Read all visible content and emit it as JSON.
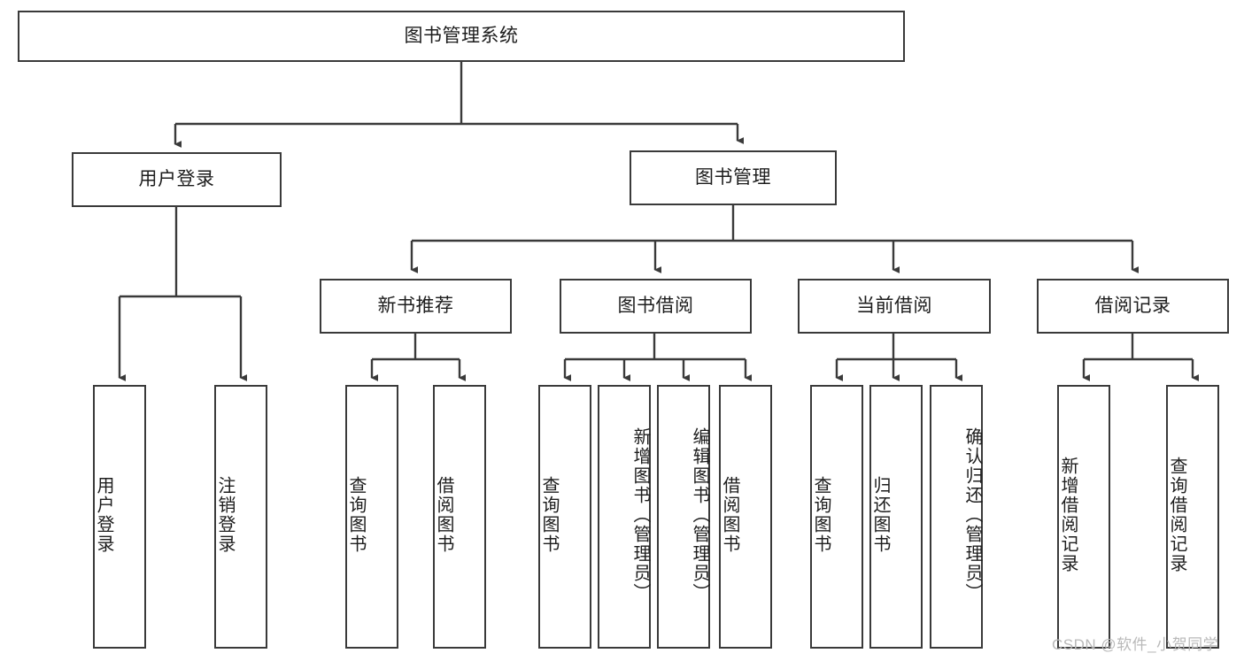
{
  "diagram": {
    "title": "图书管理系统",
    "type": "tree-hierarchy",
    "orientation": "top-down",
    "colors": {
      "box_border": "#3a3a3a",
      "box_fill": "#ffffff",
      "edge": "#3a3a3a",
      "text": "#1d1d1d",
      "watermark": "#b9b9b9"
    }
  },
  "nodes": {
    "root": {
      "label": "图书管理系统",
      "level": 0
    },
    "l1": [
      {
        "id": "user-login",
        "label": "用户登录"
      },
      {
        "id": "book-manage",
        "label": "图书管理"
      }
    ],
    "l2": [
      {
        "id": "new-book-rec",
        "label": "新书推荐"
      },
      {
        "id": "book-borrow",
        "label": "图书借阅"
      },
      {
        "id": "current-borrow",
        "label": "当前借阅"
      },
      {
        "id": "borrow-record",
        "label": "借阅记录"
      }
    ],
    "leaves": {
      "user-login": [
        {
          "id": "leaf-user-login",
          "label": "用户登录",
          "align": "bottom"
        },
        {
          "id": "leaf-user-logout",
          "label": "注销登录",
          "align": "bottom"
        }
      ],
      "new-book-rec": [
        {
          "id": "leaf-query-book-1",
          "label": "查询图书",
          "align": "bottom"
        },
        {
          "id": "leaf-borrow-book-1",
          "label": "借阅图书",
          "align": "bottom"
        }
      ],
      "book-borrow": [
        {
          "id": "leaf-query-book-2",
          "label": "查询图书",
          "align": "bottom"
        },
        {
          "id": "leaf-add-book",
          "label": "新增图书（管理员）",
          "align": "top"
        },
        {
          "id": "leaf-edit-book",
          "label": "编辑图书（管理员）",
          "align": "top"
        },
        {
          "id": "leaf-borrow-book-2",
          "label": "借阅图书",
          "align": "bottom"
        }
      ],
      "current-borrow": [
        {
          "id": "leaf-query-book-3",
          "label": "查询图书",
          "align": "bottom"
        },
        {
          "id": "leaf-return-book",
          "label": "归还图书",
          "align": "bottom"
        },
        {
          "id": "leaf-confirm-return",
          "label": "确认归还（管理员）",
          "align": "top"
        }
      ],
      "borrow-record": [
        {
          "id": "leaf-add-record",
          "label": "新增借阅记录",
          "align": "bottom"
        },
        {
          "id": "leaf-query-record",
          "label": "查询借阅记录",
          "align": "bottom"
        }
      ]
    }
  },
  "watermark": {
    "text": "CSDN @软件_小贺同学"
  }
}
